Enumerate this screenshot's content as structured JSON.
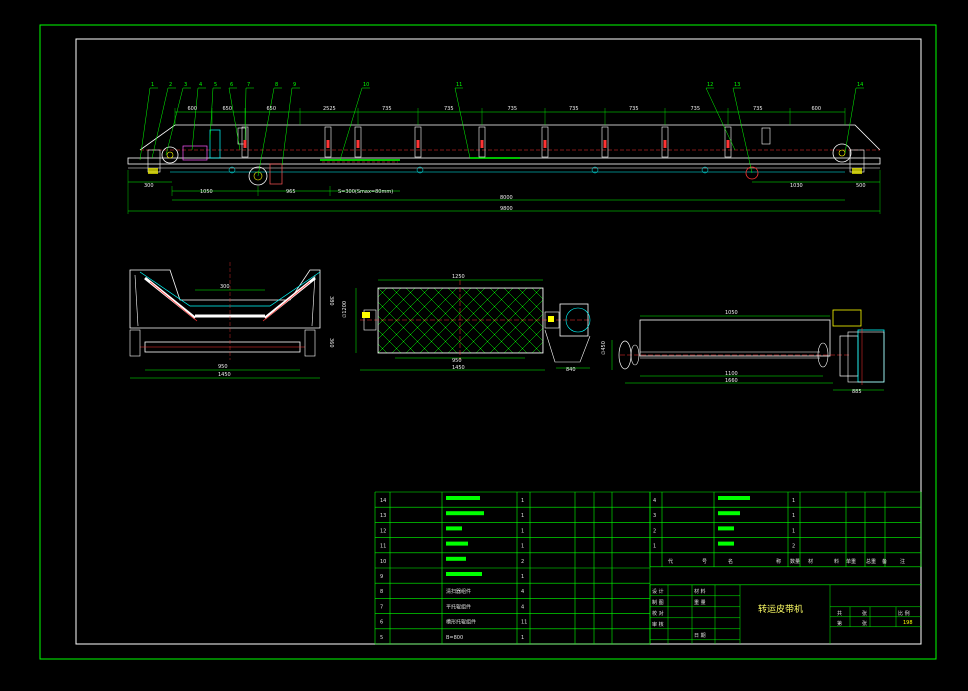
{
  "drawing": {
    "title": "转运皮带机",
    "sheet_no": "198"
  },
  "top_view": {
    "callouts": [
      "1",
      "2",
      "3",
      "4",
      "5",
      "6",
      "7",
      "8",
      "9",
      "10",
      "11",
      "12",
      "13",
      "14"
    ],
    "top_dims": [
      "600",
      "650",
      "650",
      "2525",
      "735",
      "735",
      "735",
      "735",
      "735",
      "735",
      "735",
      "600"
    ],
    "left_dim": "300",
    "right_dim": "500",
    "near_right_dim": "1030",
    "bottom_dims": [
      "1050",
      "965",
      "S=300(Smax=80mm)"
    ],
    "overall_inner": "8000",
    "overall": "9800"
  },
  "idler_view": {
    "dims": [
      "380",
      "300",
      "360",
      "950",
      "1450"
    ]
  },
  "pulley_view": {
    "dims": [
      "1250",
      "950",
      "1450",
      "∅1200",
      "840"
    ]
  },
  "drive_view": {
    "dims": [
      "1050",
      "∅450",
      "1100",
      "1660",
      "885"
    ]
  },
  "parts_table_left": [
    {
      "no": "14",
      "qty": "1"
    },
    {
      "no": "13",
      "qty": "1"
    },
    {
      "no": "12",
      "qty": "1"
    },
    {
      "no": "11",
      "qty": "1"
    },
    {
      "no": "10",
      "qty": "2"
    },
    {
      "no": "9",
      "qty": "1"
    },
    {
      "no": "8",
      "name": "清扫器组件",
      "qty": "4"
    },
    {
      "no": "7",
      "name": "平托辊组件",
      "qty": "4"
    },
    {
      "no": "6",
      "name": "槽形托辊组件",
      "qty": "11"
    },
    {
      "no": "5",
      "name": "B=800",
      "qty": "1"
    }
  ],
  "parts_table_right": [
    {
      "no": "4",
      "qty": "1"
    },
    {
      "no": "3",
      "qty": "1"
    },
    {
      "no": "2",
      "qty": "1"
    },
    {
      "no": "1",
      "qty": "2"
    }
  ],
  "header_row": [
    "代",
    "号",
    "名",
    "称",
    "数量",
    "材",
    "料",
    "单重",
    "总重",
    "备",
    "注"
  ],
  "signature_rows": [
    {
      "a": "设 计",
      "b": "材 料"
    },
    {
      "a": "制 图",
      "b": "重 量"
    },
    {
      "a": "校 对",
      "b": ""
    },
    {
      "a": "审 核",
      "b": ""
    },
    {
      "a": "",
      "b": "日 期"
    }
  ],
  "right_block_labels": [
    "共",
    "张",
    "第",
    "张",
    "比 例"
  ]
}
